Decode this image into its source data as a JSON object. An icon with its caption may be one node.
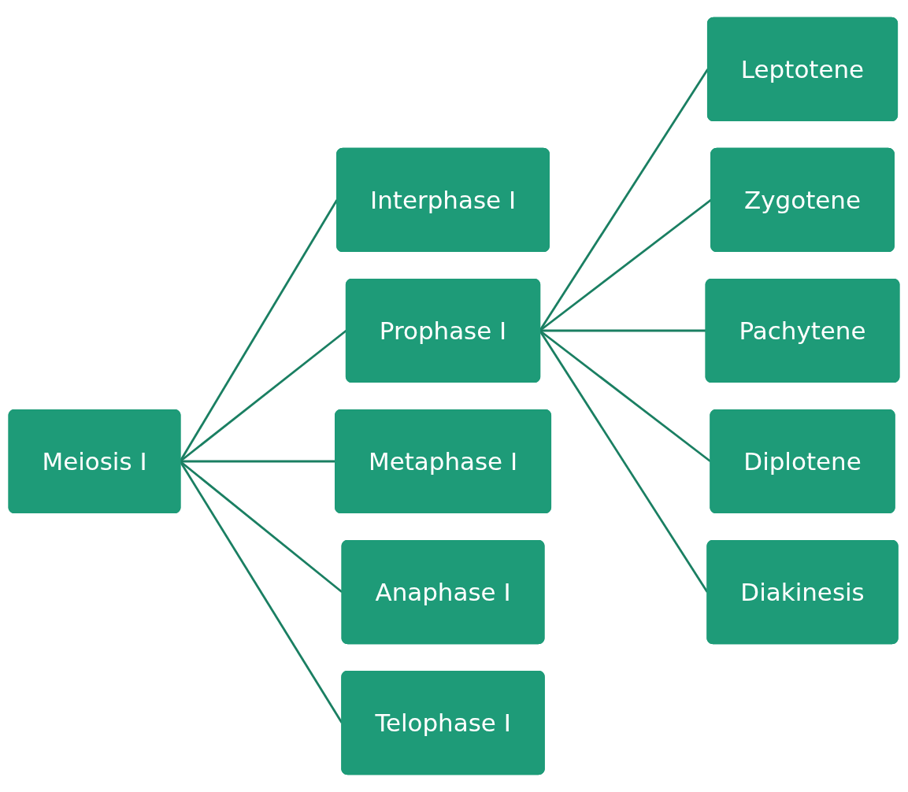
{
  "diagram": {
    "nodes": [
      {
        "text": [
          "Meiosis I"
        ]
      },
      {
        "text": [
          "Interphase I"
        ]
      },
      {
        "text": [
          "Prophase I"
        ]
      },
      {
        "text": [
          "Metaphase I"
        ]
      },
      {
        "text": [
          "Anaphase I"
        ]
      },
      {
        "text": [
          "Telophase I"
        ]
      },
      {
        "text": [
          "Leptotene"
        ]
      },
      {
        "text": [
          "Zygotene"
        ]
      },
      {
        "text": [
          "Pachytene"
        ]
      },
      {
        "text": [
          "Diplotene"
        ]
      },
      {
        "text": [
          "Diakinesis"
        ]
      }
    ],
    "edges": [
      {
        "from": 0,
        "to": 1,
        "arrow": "none"
      },
      {
        "from": 0,
        "to": 2,
        "arrow": "none"
      },
      {
        "from": 0,
        "to": 3,
        "arrow": "none"
      },
      {
        "from": 0,
        "to": 4,
        "arrow": "none"
      },
      {
        "from": 0,
        "to": 5,
        "arrow": "none"
      },
      {
        "from": 2,
        "to": 6,
        "arrow": "none"
      },
      {
        "from": 2,
        "to": 7,
        "arrow": "none"
      },
      {
        "from": 2,
        "to": 8,
        "arrow": "none"
      },
      {
        "from": 2,
        "to": 9,
        "arrow": "none"
      },
      {
        "from": 2,
        "to": 10,
        "arrow": "none"
      }
    ]
  }
}
